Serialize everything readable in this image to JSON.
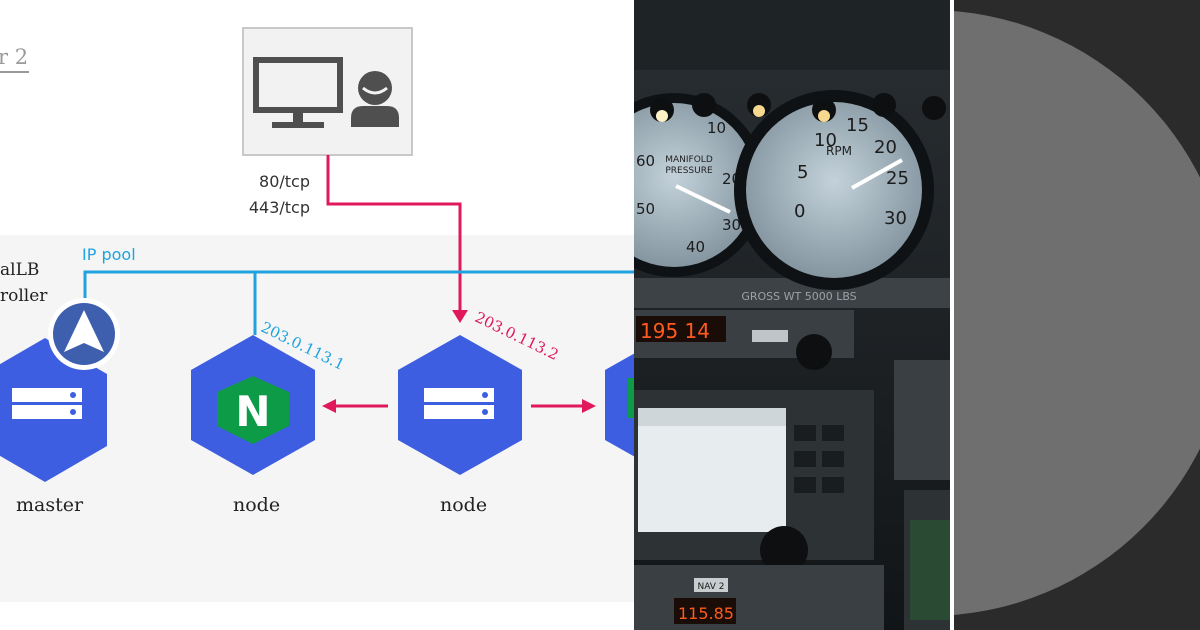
{
  "diagram": {
    "heading_fragment": "r 2",
    "controller_label_line1": "alLB",
    "controller_label_line2": "roller",
    "ip_pool_label": "IP pool",
    "ports": [
      "80/tcp",
      "443/tcp"
    ],
    "nodes": [
      {
        "label": "master",
        "icon": "server-icon"
      },
      {
        "label": "node",
        "icon": "nginx-icon",
        "badge": "N",
        "ip": "203.0.113.1"
      },
      {
        "label": "node",
        "icon": "server-icon",
        "ip": "203.0.113.2"
      }
    ],
    "colors": {
      "hex_blue": "#3d5ee0",
      "pool_line": "#1ea3e0",
      "traffic_line": "#e0185c",
      "nginx_green": "#0e9b48",
      "panel_bg": "#f5f5f5"
    }
  },
  "photo": {
    "gauge_left_text": [
      "MANIFOLD",
      "PRESSURE"
    ],
    "gauge_left_ticks": [
      "10",
      "20",
      "30",
      "40",
      "50",
      "60"
    ],
    "gauge_right_text": "RPM",
    "gauge_right_ticks": [
      "0",
      "5",
      "10",
      "15",
      "20",
      "25",
      "30"
    ],
    "placard": "GROSS WT 5000 LBS",
    "digital_readout": "195 14",
    "nav_label": "NAV 2",
    "nav_readout": "115.85"
  }
}
